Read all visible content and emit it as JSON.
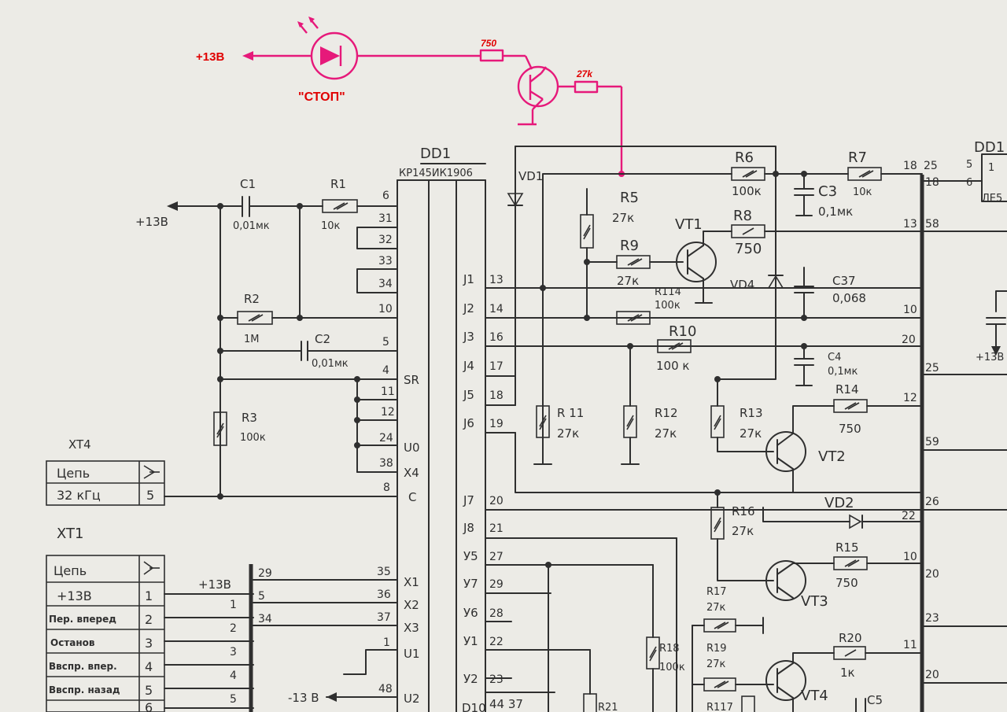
{
  "added_circuit": {
    "supply_label": "+13В",
    "led_label": "\"СТОП\"",
    "resistor1": "750",
    "resistor2": "27k"
  },
  "labels": {
    "plus13v": "+13В",
    "plus13v_xt1": "+13В",
    "minus13v": "-13 В",
    "pins_44_37": "44  37",
    "dd1_right": "DD1",
    "right_pin5": "5",
    "right_pin6": "6",
    "right_pin1": "1",
    "right_part": "ЛЕ5",
    "plus13v_right": "+13В"
  },
  "components": {
    "c1": {
      "name": "C1",
      "value": "0,01мк"
    },
    "r1": {
      "name": "R1",
      "value": "10к"
    },
    "r2": {
      "name": "R2",
      "value": "1М"
    },
    "c2": {
      "name": "C2",
      "value": "0,01мк"
    },
    "r3": {
      "name": "R3",
      "value": "100к"
    },
    "vd1": "VD1",
    "r5": {
      "name": "R5",
      "value": "27к"
    },
    "r9": {
      "name": "R9",
      "value": "27к"
    },
    "vt1": "VT1",
    "r114": {
      "name": "R114",
      "value": "100к"
    },
    "r10": {
      "name": "R10",
      "value": "100 к"
    },
    "r6": {
      "name": "R6",
      "value": "100к"
    },
    "r8": {
      "name": "R8",
      "value": "750"
    },
    "vd4": "VD4",
    "c3": {
      "name": "C3",
      "value": "0,1мк"
    },
    "r7": {
      "name": "R7",
      "value": "10к"
    },
    "c37": {
      "name": "C37",
      "value": "0,068"
    },
    "c4": {
      "name": "C4",
      "value": "0,1мк"
    },
    "r14": {
      "name": "R14",
      "value": "750"
    },
    "r11": {
      "name": "R 11",
      "value": "27к"
    },
    "r12": {
      "name": "R12",
      "value": "27к"
    },
    "r13": {
      "name": "R13",
      "value": "27к"
    },
    "vt2": "VT2",
    "r16": {
      "name": "R16",
      "value": "27к"
    },
    "vd2": "VD2",
    "r15": {
      "name": "R15",
      "value": "750"
    },
    "vt3": "VT3",
    "r17": {
      "name": "R17",
      "value": "27к"
    },
    "r18": {
      "name": "R18",
      "value": "100к"
    },
    "r19": {
      "name": "R19",
      "value": "27к"
    },
    "r20": {
      "name": "R20",
      "value": "1к"
    },
    "vt4": "VT4",
    "c5": "C5",
    "r117": "R117",
    "r21": "R21"
  },
  "dd1": {
    "name": "DD1",
    "part": "КР145ИК1906"
  },
  "dd1_left_pins": [
    "6",
    "31",
    "32",
    "33",
    "34",
    "10",
    "5",
    "4",
    "11",
    "12",
    "24",
    "38",
    "8",
    "35",
    "36",
    "37",
    "1",
    "48"
  ],
  "dd1_funcs": [
    "SR",
    "U0",
    "X4",
    "C",
    "X1",
    "X2",
    "X3",
    "U1",
    "U2"
  ],
  "dd1_right_names": [
    "J1",
    "J2",
    "J3",
    "J4",
    "J5",
    "J6",
    "J7",
    "J8",
    "У5",
    "У7",
    "У6",
    "У1",
    "У2",
    "D10"
  ],
  "dd1_right_pins": [
    "13",
    "14",
    "16",
    "17",
    "18",
    "19",
    "20",
    "21",
    "27",
    "29",
    "28",
    "22",
    "23",
    ""
  ],
  "xt4": {
    "title": "XT4",
    "header": "Цепь",
    "row": {
      "label": "32 кГц",
      "pin": "5"
    }
  },
  "xt1": {
    "title": "XT1",
    "header": "Цепь",
    "rows": [
      {
        "label": "+13В",
        "pin": "1"
      },
      {
        "label": "Пер. вперед",
        "pin": "2"
      },
      {
        "label": "Останов",
        "pin": "3"
      },
      {
        "label": "Ввспр. впер.",
        "pin": "4"
      },
      {
        "label": "Ввспр. назад",
        "pin": "5"
      },
      {
        "label": "",
        "pin": "6"
      }
    ]
  },
  "xt1_bus_pins": [
    "1",
    "2",
    "3",
    "4",
    "5"
  ],
  "bus_labels": [
    "29",
    "5",
    "34"
  ],
  "bus_right": [
    "18",
    "25",
    "18",
    "13",
    "58",
    "10",
    "20",
    "25",
    "12",
    "59",
    "26",
    "22",
    "10",
    "20",
    "23",
    "11",
    "20"
  ]
}
